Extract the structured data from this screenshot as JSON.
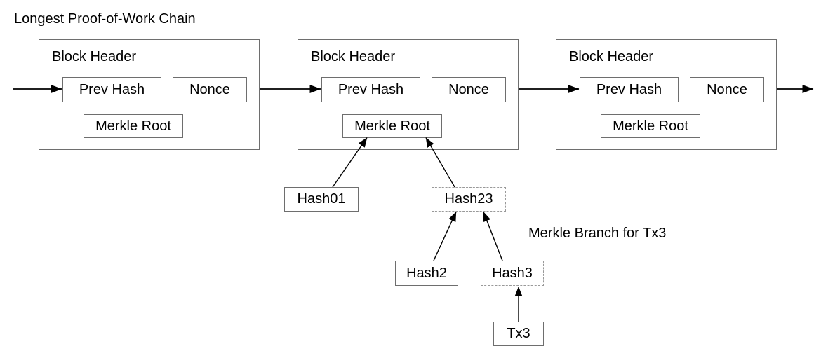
{
  "diagram": {
    "title": "Longest Proof-of-Work Chain",
    "caption": "Merkle Branch for Tx3",
    "blocks": [
      {
        "header": "Block Header",
        "prev_hash": "Prev Hash",
        "nonce": "Nonce",
        "merkle_root": "Merkle Root"
      },
      {
        "header": "Block Header",
        "prev_hash": "Prev Hash",
        "nonce": "Nonce",
        "merkle_root": "Merkle Root"
      },
      {
        "header": "Block Header",
        "prev_hash": "Prev Hash",
        "nonce": "Nonce",
        "merkle_root": "Merkle Root"
      }
    ],
    "merkle_nodes": [
      {
        "label": "Hash01",
        "border_style": "solid"
      },
      {
        "label": "Hash23",
        "border_style": "dashed"
      },
      {
        "label": "Hash2",
        "border_style": "solid"
      },
      {
        "label": "Hash3",
        "border_style": "dashed"
      },
      {
        "label": "Tx3",
        "border_style": "solid"
      }
    ],
    "colors": {
      "line": "#000000",
      "text": "#000000",
      "block_border": "#6e6e6e",
      "box_border": "#6e6e6e",
      "dashed_border": "#999999",
      "background": "#ffffff"
    }
  }
}
